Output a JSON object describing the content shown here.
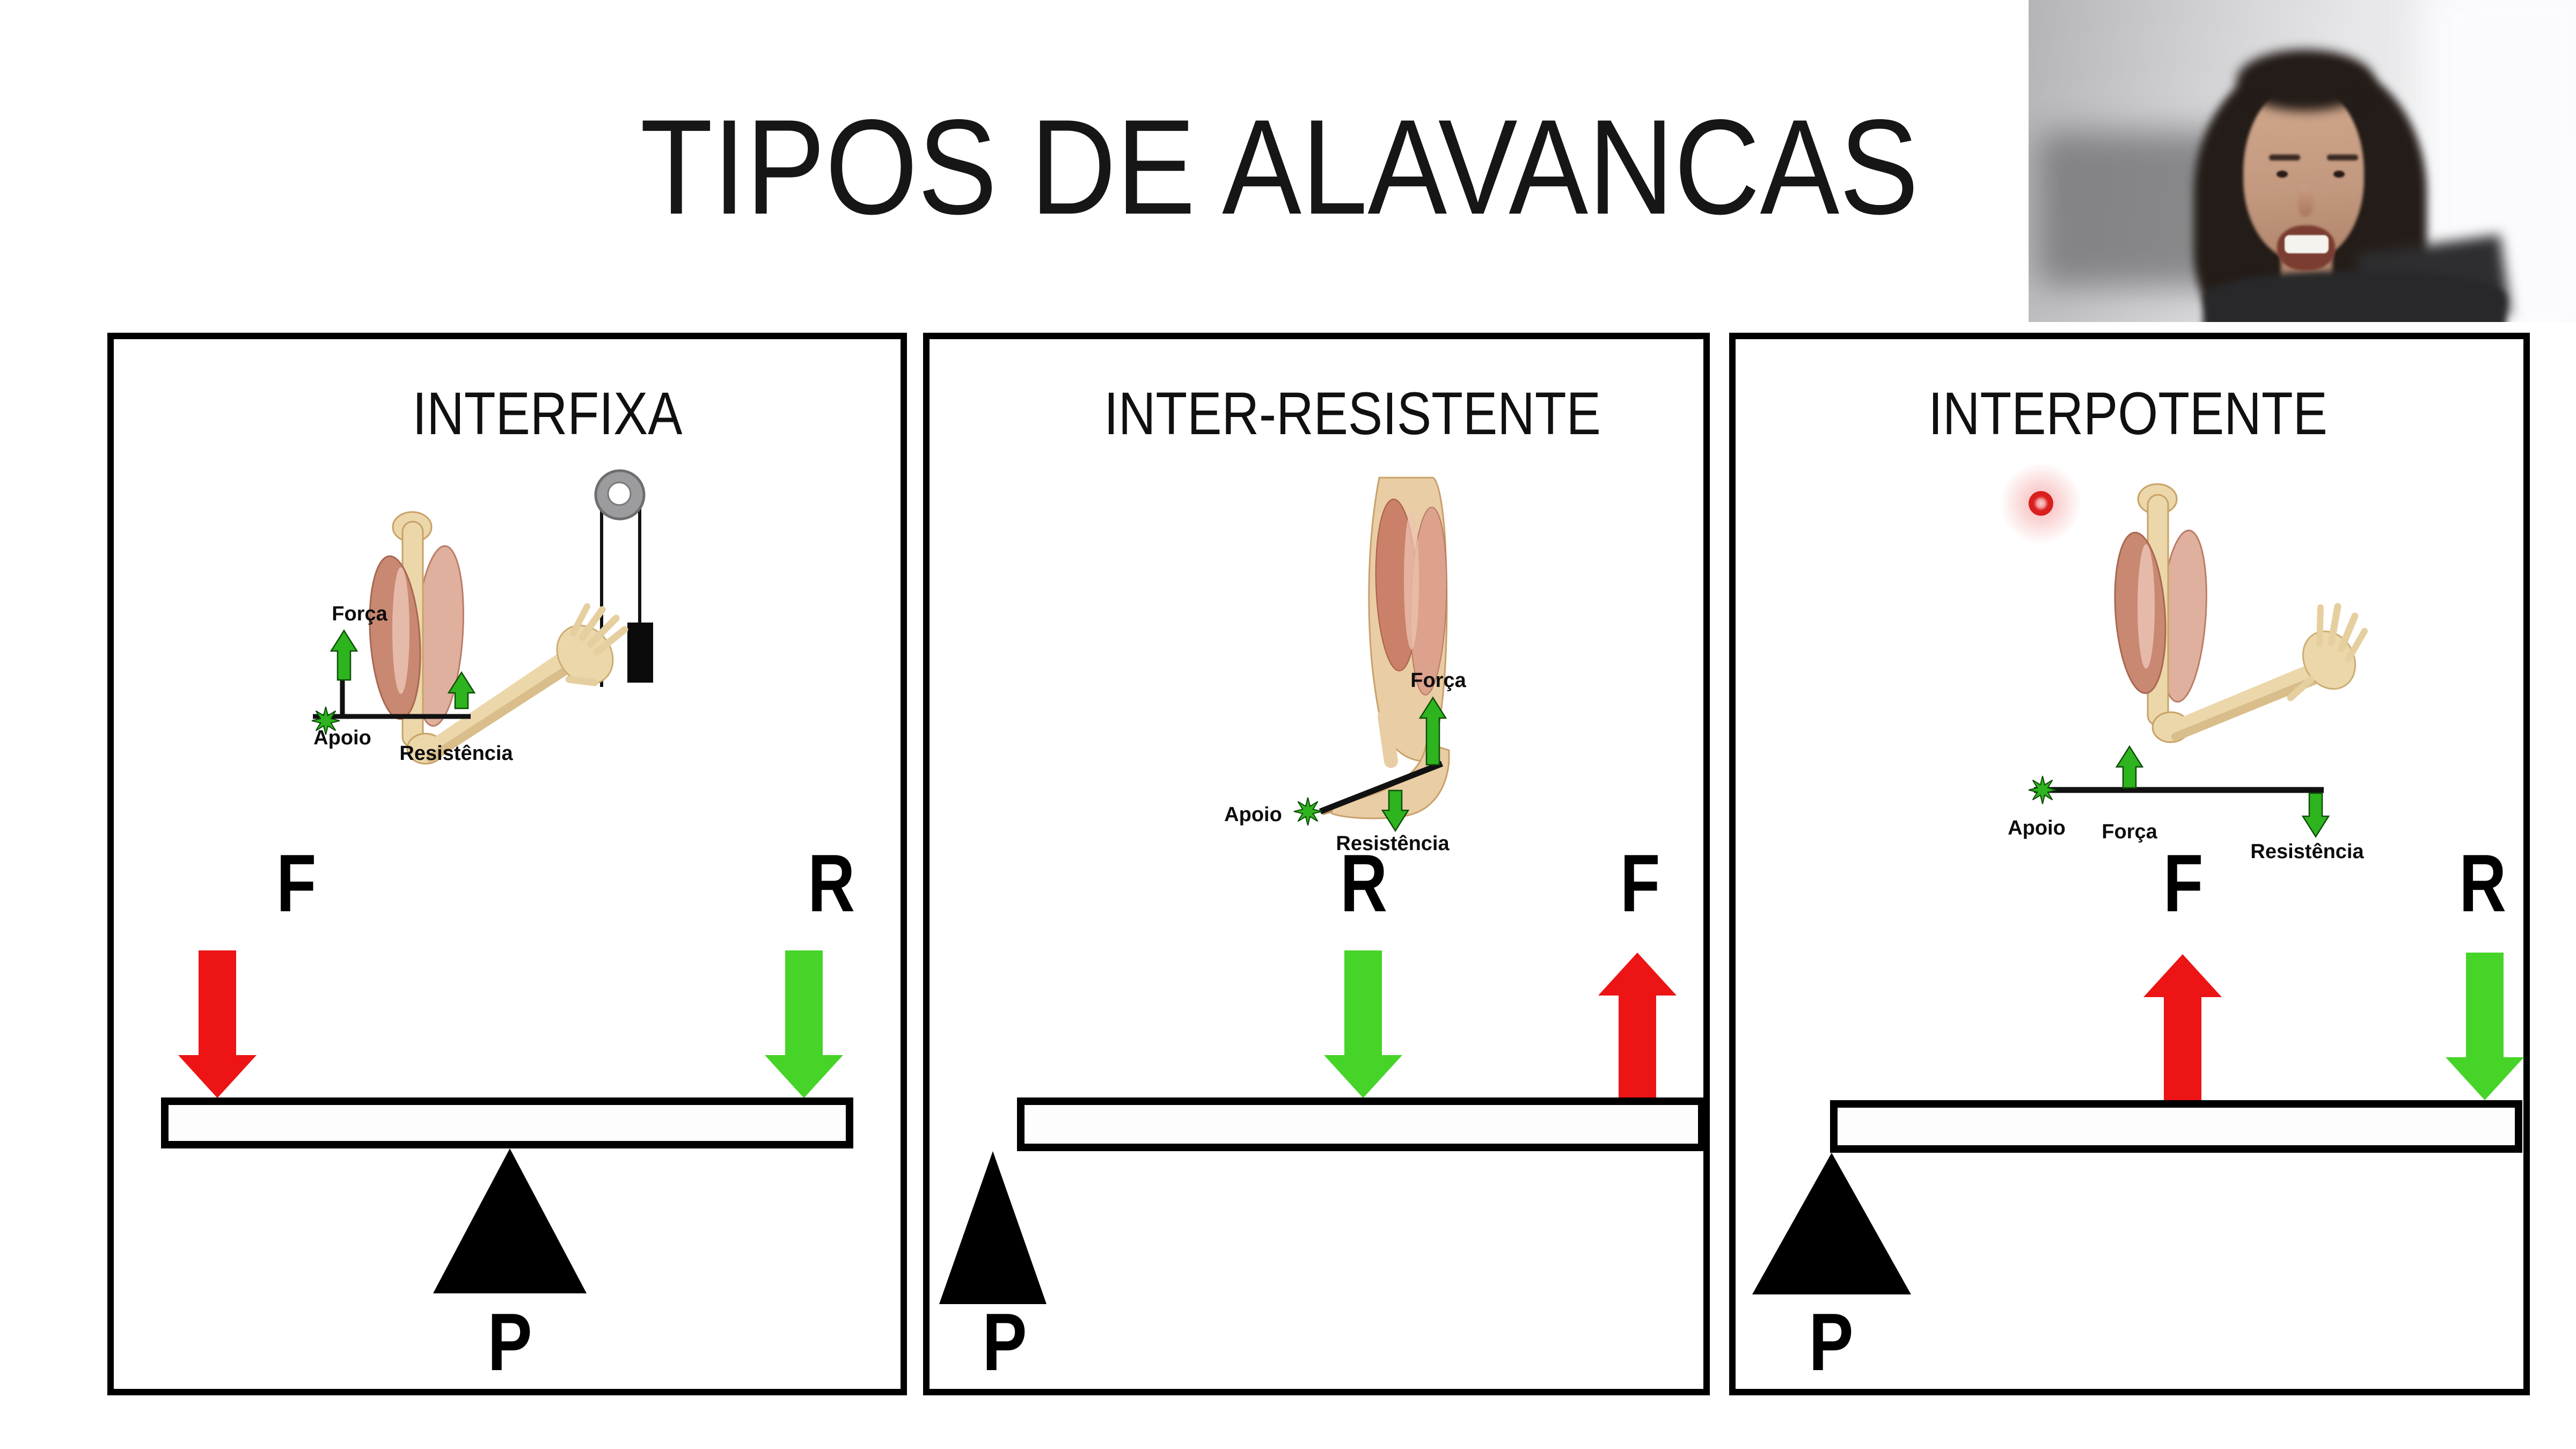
{
  "title": "TIPOS DE ALAVANCAS",
  "colors": {
    "force_arrow_red": "#ec1414",
    "resistance_arrow_green": "#46d428",
    "diagram_arrow_green": "#2eb41e",
    "panel_border": "#000000",
    "lever_fill": "#ffffff",
    "laser_red": "#dd2020"
  },
  "panels": [
    {
      "header": "INTERFIXA",
      "diagram_labels": {
        "forca": "Força",
        "apoio": "Apoio",
        "resistencia": "Resistência"
      },
      "force_letter": "F",
      "resistance_letter": "R",
      "fulcrum_letter": "P",
      "layout": {
        "force": "left-down-red",
        "resistance": "right-down-green",
        "fulcrum": "center"
      }
    },
    {
      "header": "INTER-RESISTENTE",
      "diagram_labels": {
        "forca": "Força",
        "apoio": "Apoio",
        "resistencia": "Resistência"
      },
      "force_letter": "F",
      "resistance_letter": "R",
      "fulcrum_letter": "P",
      "layout": {
        "resistance": "middle-down-green",
        "force": "right-up-red",
        "fulcrum": "left"
      }
    },
    {
      "header": "INTERPOTENTE",
      "diagram_labels": {
        "forca": "Força",
        "apoio": "Apoio",
        "resistencia": "Resistência"
      },
      "force_letter": "F",
      "resistance_letter": "R",
      "fulcrum_letter": "P",
      "layout": {
        "force": "middle-up-red",
        "resistance": "right-down-green",
        "fulcrum": "left"
      },
      "laser_pointer_visible": true
    }
  ],
  "webcam": {
    "present": true
  }
}
